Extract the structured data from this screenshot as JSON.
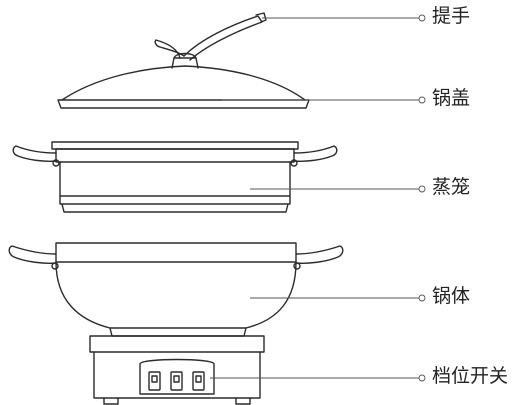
{
  "labels": {
    "handle": "提手",
    "lid": "锅盖",
    "steamer": "蒸笼",
    "pot_body": "锅体",
    "switch": "档位开关"
  },
  "colors": {
    "stroke": "#2b2b2b",
    "leader": "#555555",
    "text": "#222222",
    "background": "#ffffff"
  }
}
